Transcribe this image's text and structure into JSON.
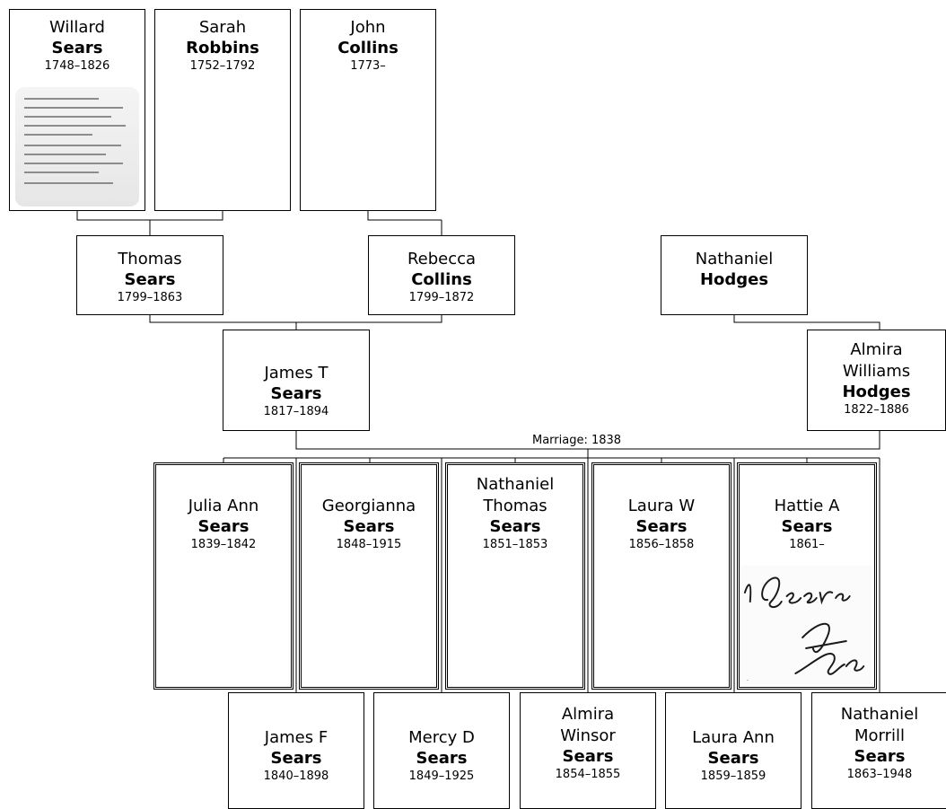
{
  "marriage_label": "Marriage: 1838",
  "colors": {
    "line": "#000000",
    "box_border": "#000000",
    "background": "#ffffff"
  },
  "people": {
    "willard": {
      "given": "Willard",
      "surname": "Sears",
      "dates": "1748–1826"
    },
    "sarah": {
      "given": "Sarah",
      "surname": "Robbins",
      "dates": "1752–1792"
    },
    "john": {
      "given": "John",
      "surname": "Collins",
      "dates": "1773–"
    },
    "thomas": {
      "given": "Thomas",
      "surname": "Sears",
      "dates": "1799–1863"
    },
    "rebecca": {
      "given": "Rebecca",
      "surname": "Collins",
      "dates": "1799–1872"
    },
    "nathaniel": {
      "given": "Nathaniel",
      "surname": "Hodges",
      "dates": ""
    },
    "james_t": {
      "given": "James T",
      "surname": "Sears",
      "dates": "1817–1894"
    },
    "almira": {
      "given": "Almira Williams",
      "surname": "Hodges",
      "dates": "1822–1886"
    },
    "julia": {
      "given": "Julia Ann",
      "surname": "Sears",
      "dates": "1839–1842"
    },
    "georgianna": {
      "given": "Georgianna",
      "surname": "Sears",
      "dates": "1848–1915"
    },
    "nath_thomas": {
      "given": "Nathaniel Thomas",
      "surname": "Sears",
      "dates": "1851–1853"
    },
    "laura_w": {
      "given": "Laura W",
      "surname": "Sears",
      "dates": "1856–1858"
    },
    "hattie": {
      "given": "Hattie A",
      "surname": "Sears",
      "dates": "1861–"
    },
    "james_f": {
      "given": "James F",
      "surname": "Sears",
      "dates": "1840–1898"
    },
    "mercy": {
      "given": "Mercy D",
      "surname": "Sears",
      "dates": "1849–1925"
    },
    "almira_w": {
      "given": "Almira Winsor",
      "surname": "Sears",
      "dates": "1854–1855"
    },
    "laura_ann": {
      "given": "Laura Ann",
      "surname": "Sears",
      "dates": "1859–1859"
    },
    "nath_morrill": {
      "given": "Nathaniel Morrill",
      "surname": "Sears",
      "dates": "1863–1948"
    }
  }
}
